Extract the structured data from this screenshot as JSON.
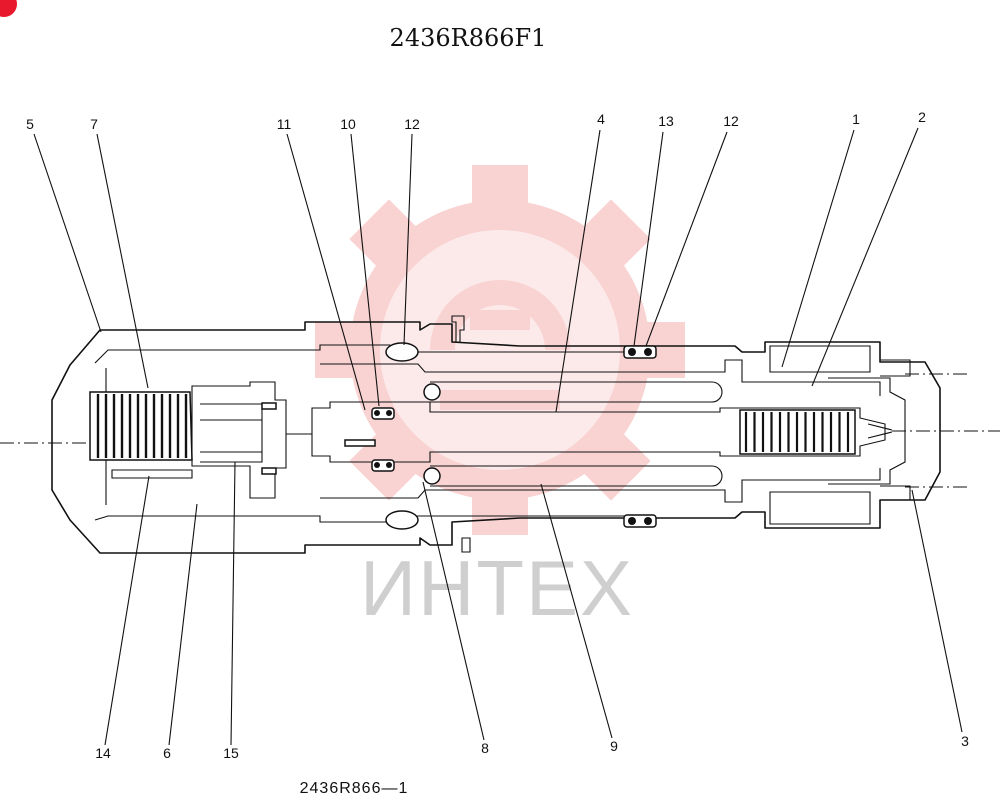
{
  "title": "2436R866F1",
  "figure_label": "2436R866—1",
  "watermark": {
    "text": "ИНТЕХ",
    "color": "#f08080"
  },
  "corner_badge": {
    "color": "#e8192c"
  },
  "callouts": {
    "top": [
      "5",
      "7",
      "11",
      "10",
      "12",
      "4",
      "13",
      "12",
      "1",
      "2"
    ],
    "bottom": [
      "14",
      "6",
      "15",
      "8",
      "9",
      "3"
    ]
  }
}
